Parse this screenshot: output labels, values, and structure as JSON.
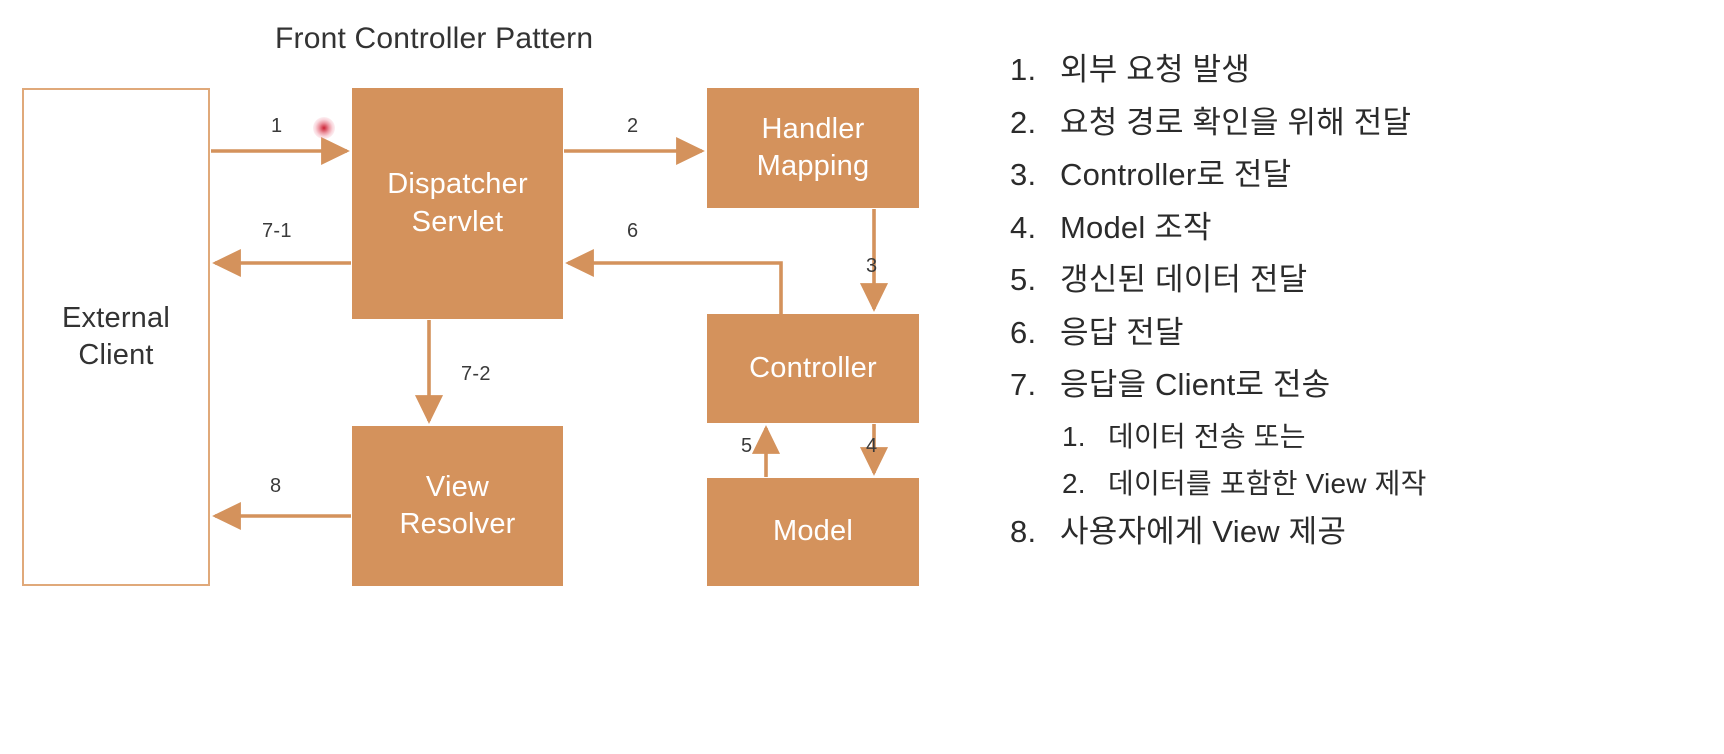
{
  "diagram": {
    "title": "Front Controller Pattern",
    "accent_color": "#d4925c",
    "outline_color": "#e0a97a",
    "cursor_color": "#c8142880",
    "nodes": [
      {
        "id": "external-client",
        "lines": [
          "External",
          "Client"
        ],
        "style": "outlined"
      },
      {
        "id": "dispatcher",
        "lines": [
          "Dispatcher",
          "Servlet"
        ],
        "style": "filled"
      },
      {
        "id": "handler-mapping",
        "lines": [
          "Handler",
          "Mapping"
        ],
        "style": "filled"
      },
      {
        "id": "view-resolver",
        "lines": [
          "View",
          "Resolver"
        ],
        "style": "filled"
      },
      {
        "id": "controller",
        "lines": [
          "Controller"
        ],
        "style": "filled"
      },
      {
        "id": "model",
        "lines": [
          "Model"
        ],
        "style": "filled"
      }
    ],
    "edges": [
      {
        "id": "1",
        "label": "1",
        "from": "external-client",
        "to": "dispatcher"
      },
      {
        "id": "2",
        "label": "2",
        "from": "dispatcher",
        "to": "handler-mapping"
      },
      {
        "id": "3",
        "label": "3",
        "from": "handler-mapping",
        "to": "controller"
      },
      {
        "id": "4",
        "label": "4",
        "from": "controller",
        "to": "model"
      },
      {
        "id": "5",
        "label": "5",
        "from": "model",
        "to": "controller"
      },
      {
        "id": "6",
        "label": "6",
        "from": "controller",
        "to": "dispatcher"
      },
      {
        "id": "7-1",
        "label": "7-1",
        "from": "dispatcher",
        "to": "external-client"
      },
      {
        "id": "7-2",
        "label": "7-2",
        "from": "dispatcher",
        "to": "view-resolver"
      },
      {
        "id": "8",
        "label": "8",
        "from": "view-resolver",
        "to": "external-client"
      }
    ]
  },
  "steps": [
    {
      "marker": "1.",
      "text": "외부 요청 발생",
      "level": 1
    },
    {
      "marker": "2.",
      "text": "요청 경로 확인을 위해 전달",
      "level": 1
    },
    {
      "marker": "3.",
      "text": "Controller로 전달",
      "level": 1
    },
    {
      "marker": "4.",
      "text": "Model 조작",
      "level": 1
    },
    {
      "marker": "5.",
      "text": "갱신된 데이터 전달",
      "level": 1
    },
    {
      "marker": "6.",
      "text": "응답 전달",
      "level": 1
    },
    {
      "marker": "7.",
      "text": "응답을 Client로 전송",
      "level": 1
    },
    {
      "marker": "1.",
      "text": "데이터 전송 또는",
      "level": 2
    },
    {
      "marker": "2.",
      "text": "데이터를 포함한 View 제작",
      "level": 2
    },
    {
      "marker": "8.",
      "text": "사용자에게 View 제공",
      "level": 1
    }
  ]
}
